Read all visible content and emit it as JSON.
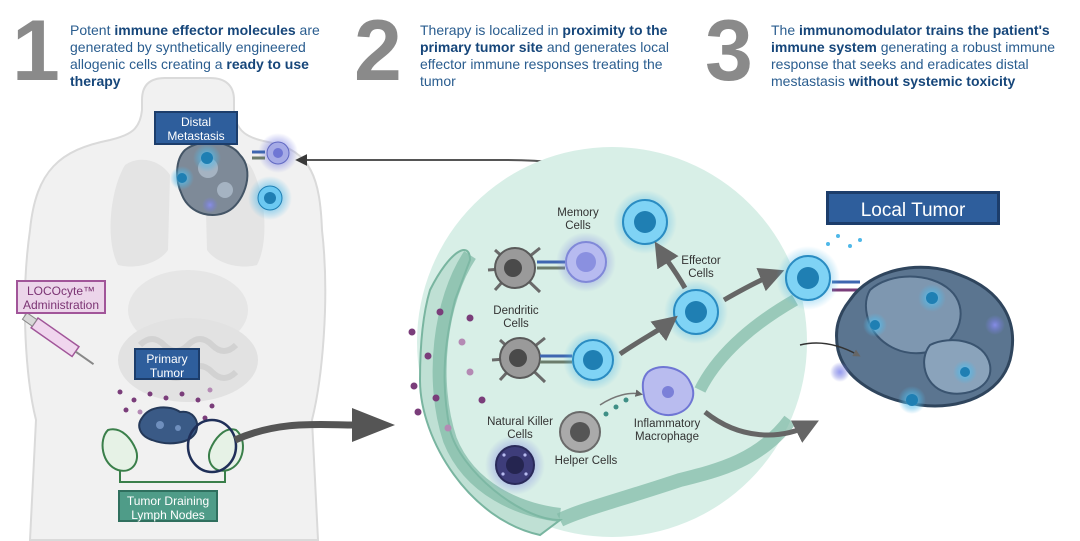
{
  "steps": [
    {
      "number": "1",
      "text_parts": [
        {
          "t": "Potent ",
          "bold": false
        },
        {
          "t": "immune effector molecules",
          "bold": true
        },
        {
          "t": " are generated by synthetically engineered allogenic cells creating a ",
          "bold": false
        },
        {
          "t": "ready to use therapy",
          "bold": true
        }
      ]
    },
    {
      "number": "2",
      "text_parts": [
        {
          "t": "Therapy is localized in ",
          "bold": false
        },
        {
          "t": "proximity to the primary tumor site",
          "bold": true
        },
        {
          "t": " and generates local effector immune responses treating the tumor",
          "bold": false
        }
      ]
    },
    {
      "number": "3",
      "text_parts": [
        {
          "t": "The ",
          "bold": false
        },
        {
          "t": "immunomodulator trains the patient's immune system",
          "bold": true
        },
        {
          "t": " generating a robust immune response that seeks and eradicates distal mestastasis ",
          "bold": false
        },
        {
          "t": "without systemic toxicity",
          "bold": true
        }
      ]
    }
  ],
  "labels": {
    "distal_metastasis": "Distal Metastasis",
    "lococyte": "LOCOcyte™ Administration",
    "primary_tumor": "Primary Tumor",
    "lymph_nodes": "Tumor Draining Lymph Nodes",
    "local_tumor": "Local Tumor",
    "memory_cells": "Memory Cells",
    "effector_cells": "Effector Cells",
    "dendritic_cells": "Dendritic Cells",
    "natural_killer": "Natural Killer Cells",
    "helper_cells": "Helper Cells",
    "macrophage": "Inflammatory Macrophage"
  },
  "colors": {
    "step_number": "#8a8a8a",
    "text_blue": "#2a5d8f",
    "box_blue": "#2e5e9c",
    "box_green": "#4f9c88",
    "box_pink": "#ecd5ea",
    "tissue_green": "#bfe0d4",
    "cell_glow": "#4fb8e8"
  }
}
